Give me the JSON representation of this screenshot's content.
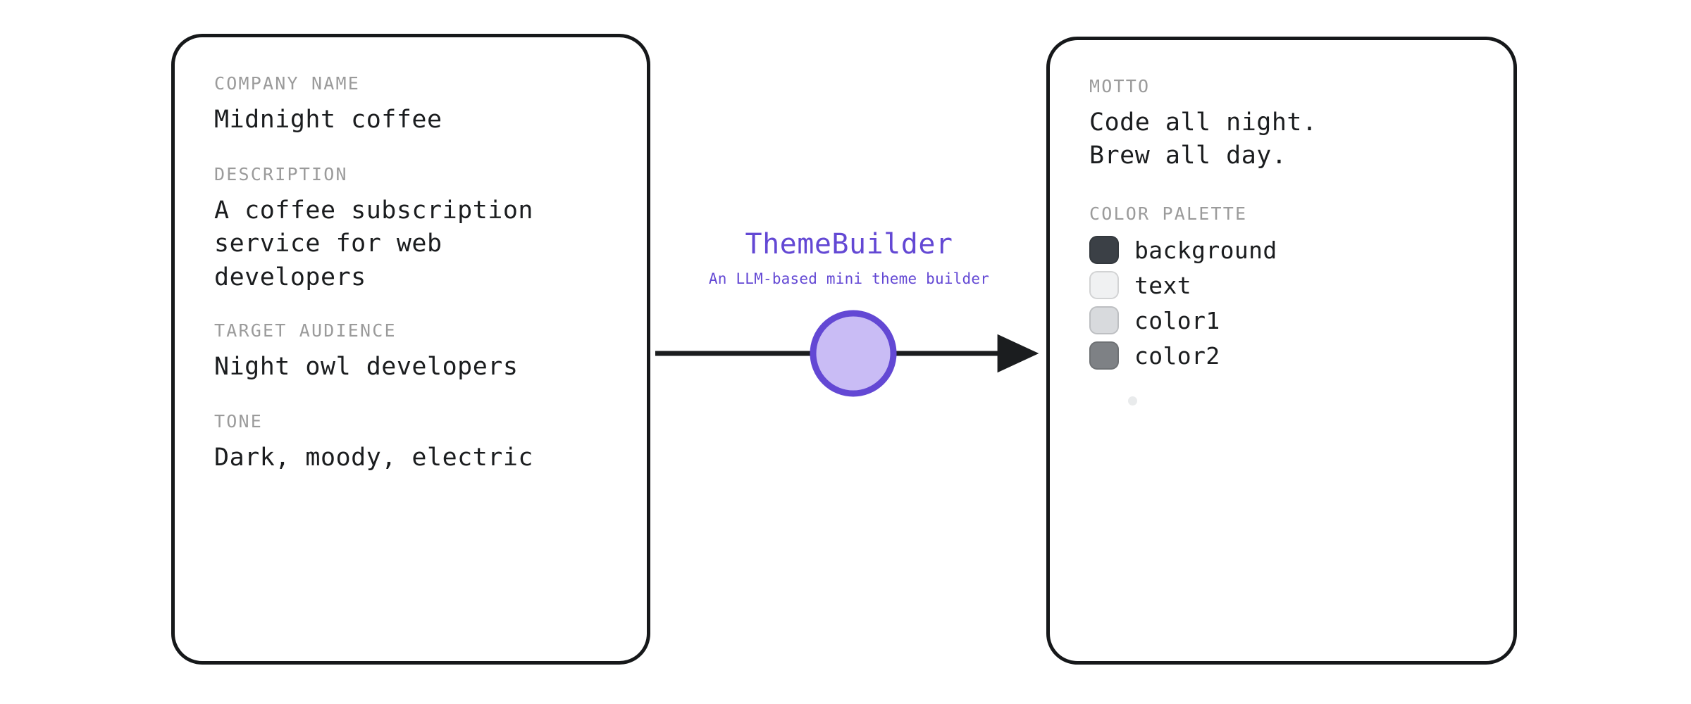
{
  "brand": {
    "title": "ThemeBuilder",
    "subtitle": "An LLM-based mini theme builder",
    "accent_color": "#6348d4",
    "node_fill": "#c9bcf5",
    "node_stroke": "#6348d4"
  },
  "input_card": {
    "fields": [
      {
        "label": "COMPANY NAME",
        "value": "Midnight coffee"
      },
      {
        "label": "DESCRIPTION",
        "value": "A coffee subscription\nservice for web\ndevelopers"
      },
      {
        "label": "TARGET AUDIENCE",
        "value": "Night owl developers"
      },
      {
        "label": "TONE",
        "value": "Dark, moody, electric"
      }
    ]
  },
  "output_card": {
    "motto_label": "MOTTO",
    "motto_value": "Code all night.\nBrew all day.",
    "palette_label": "COLOR PALETTE",
    "palette": [
      {
        "name": "background",
        "color": "#3b4046"
      },
      {
        "name": "text",
        "color": "#f0f1f2"
      },
      {
        "name": "color1",
        "color": "#d8dadd"
      },
      {
        "name": "color2",
        "color": "#7e8185"
      }
    ]
  },
  "flow": {
    "arrow_color": "#1b1d1f"
  }
}
